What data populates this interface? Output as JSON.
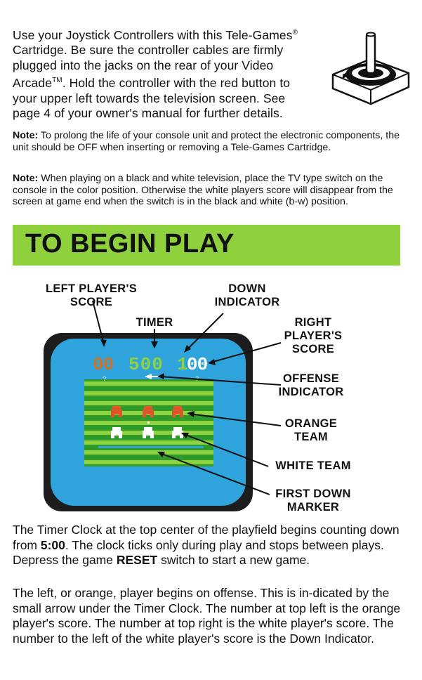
{
  "intro": {
    "text_before_sup": "Use your Joystick Controllers with this Tele-Games",
    "registered_mark": "®",
    "text_middle": " Cartridge. Be sure the controller cables are firmly plugged into the jacks on the rear of your Video Arcade",
    "trademark": "TM",
    "text_after": ". Hold the controller with the red button to your upper left towards the television screen. See page 4 of your owner's manual for further details."
  },
  "note1": {
    "label": "Note:",
    "text": " To prolong the life of your console unit and protect the electronic components, the unit should be OFF when inserting or removing a Tele-Games Cartridge."
  },
  "note2": {
    "label": "Note:",
    "text": " When playing on a black and white television, place the TV type switch on the console in the color position. Otherwise the white players score will disappear from the screen at game end when the switch is in the black and white (b-w) position."
  },
  "banner": {
    "title": "TO BEGIN PLAY"
  },
  "diagram": {
    "labels": {
      "left_score": "LEFT PLAYER'S SCORE",
      "down_indicator": "DOWN INDICATOR",
      "timer": "TIMER",
      "right_score": "RIGHT PLAYER'S SCORE",
      "offense_indicator": "OFFENSE INDICATOR",
      "orange_team": "ORANGE TEAM",
      "white_team": "WHITE TEAM",
      "first_down_marker": "FIRST DOWN MARKER"
    },
    "screen": {
      "left_score": "00",
      "timer": "500",
      "down": "1",
      "right_score": "00"
    },
    "colors": {
      "screen_blue": "#2fa3dc",
      "field_green_dark": "#2e9a2a",
      "field_green_light": "#8fd23f",
      "orange_player": "#e0562a",
      "timer_green": "#8fd23f",
      "left_score_orange": "#c8752b"
    }
  },
  "paragraph1": {
    "a": "The Timer Clock at the top center of the playfield begins counting down from ",
    "time": "5:00",
    "b": ". The clock ticks only during play and stops between plays. Depress the game ",
    "reset": "RESET",
    "c": " switch to start a new game."
  },
  "paragraph2": {
    "text": "The left, or orange, player begins on offense. This is in-dicated by the small arrow under the Timer Clock. The number at top left is the orange player's score. The number at top right is the white player's score. The number to the left of the white player's score is the Down Indicator."
  }
}
